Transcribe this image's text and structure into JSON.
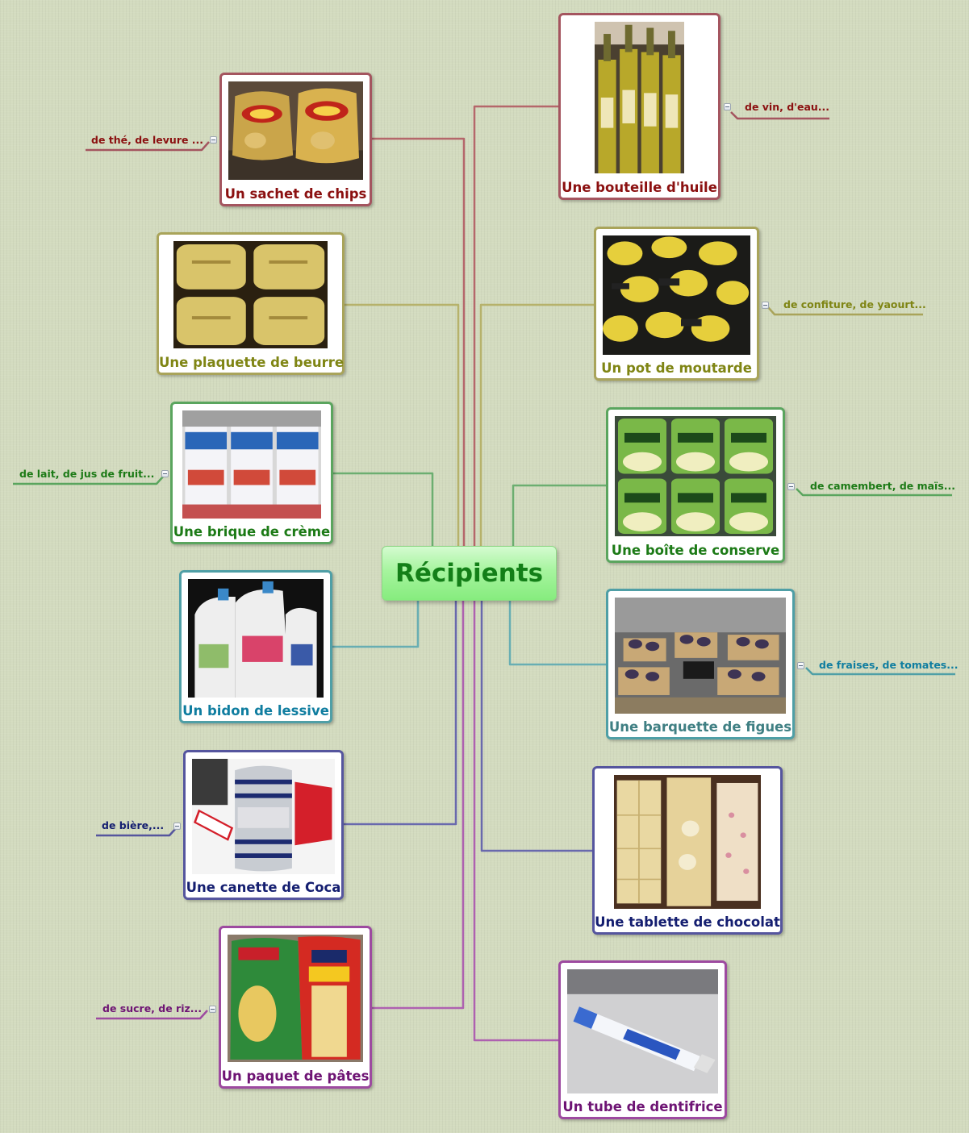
{
  "center": {
    "label": "Récipients",
    "color": "#137f18"
  },
  "nodes": [
    {
      "id": "chips",
      "label": "Un sachet de chips",
      "note": "de thé, de levure ...",
      "color": "#a4555f",
      "text_color": "#8b1010",
      "photo": "chips-bag-photo"
    },
    {
      "id": "huile",
      "label": "Une bouteille d'huile",
      "note": "de vin, d'eau...",
      "color": "#a4555f",
      "text_color": "#8b1010",
      "photo": "oil-bottle-photo"
    },
    {
      "id": "beurre",
      "label": "Une plaquette de beurre",
      "note": "",
      "color": "#a9a45a",
      "text_color": "#7f8514",
      "photo": "butter-photo"
    },
    {
      "id": "moutarde",
      "label": "Un pot de moutarde",
      "note": "de confiture, de yaourt...",
      "color": "#a9a45a",
      "text_color": "#7f8514",
      "photo": "mustard-jar-photo"
    },
    {
      "id": "creme",
      "label": "Une brique de crème",
      "note": "de lait, de jus de fruit...",
      "color": "#5aa55e",
      "text_color": "#1c7a16",
      "photo": "cream-carton-photo"
    },
    {
      "id": "conserve",
      "label": "Une boîte de conserve",
      "note": "de camembert, de maïs...",
      "color": "#5aa55e",
      "text_color": "#1c7a16",
      "photo": "tin-can-photo"
    },
    {
      "id": "lessive",
      "label": "Un bidon de lessive",
      "note": "",
      "color": "#4f9fa6",
      "text_color": "#0f7da0",
      "photo": "detergent-photo"
    },
    {
      "id": "figues",
      "label": "Une barquette de figues",
      "note": "de fraises, de tomates...",
      "color": "#4f9fa6",
      "text_color": "#3f7f83",
      "note_color": "#0f7da0",
      "photo": "figs-photo"
    },
    {
      "id": "coca",
      "label": "Une canette de Coca",
      "note": "de bière,...",
      "color": "#55559e",
      "text_color": "#141e70",
      "photo": "coke-can-photo"
    },
    {
      "id": "chocolat",
      "label": "Une tablette de chocolat",
      "note": "",
      "color": "#55559e",
      "text_color": "#141e70",
      "photo": "chocolate-photo"
    },
    {
      "id": "pates",
      "label": "Un paquet de pâtes",
      "note": "de sucre, de riz...",
      "color": "#9d4aa0",
      "text_color": "#6e1474",
      "photo": "pasta-photo"
    },
    {
      "id": "dentifrice",
      "label": "Un tube de dentifrice",
      "note": "",
      "color": "#9d4aa0",
      "text_color": "#6e1474",
      "photo": "toothpaste-photo"
    }
  ]
}
